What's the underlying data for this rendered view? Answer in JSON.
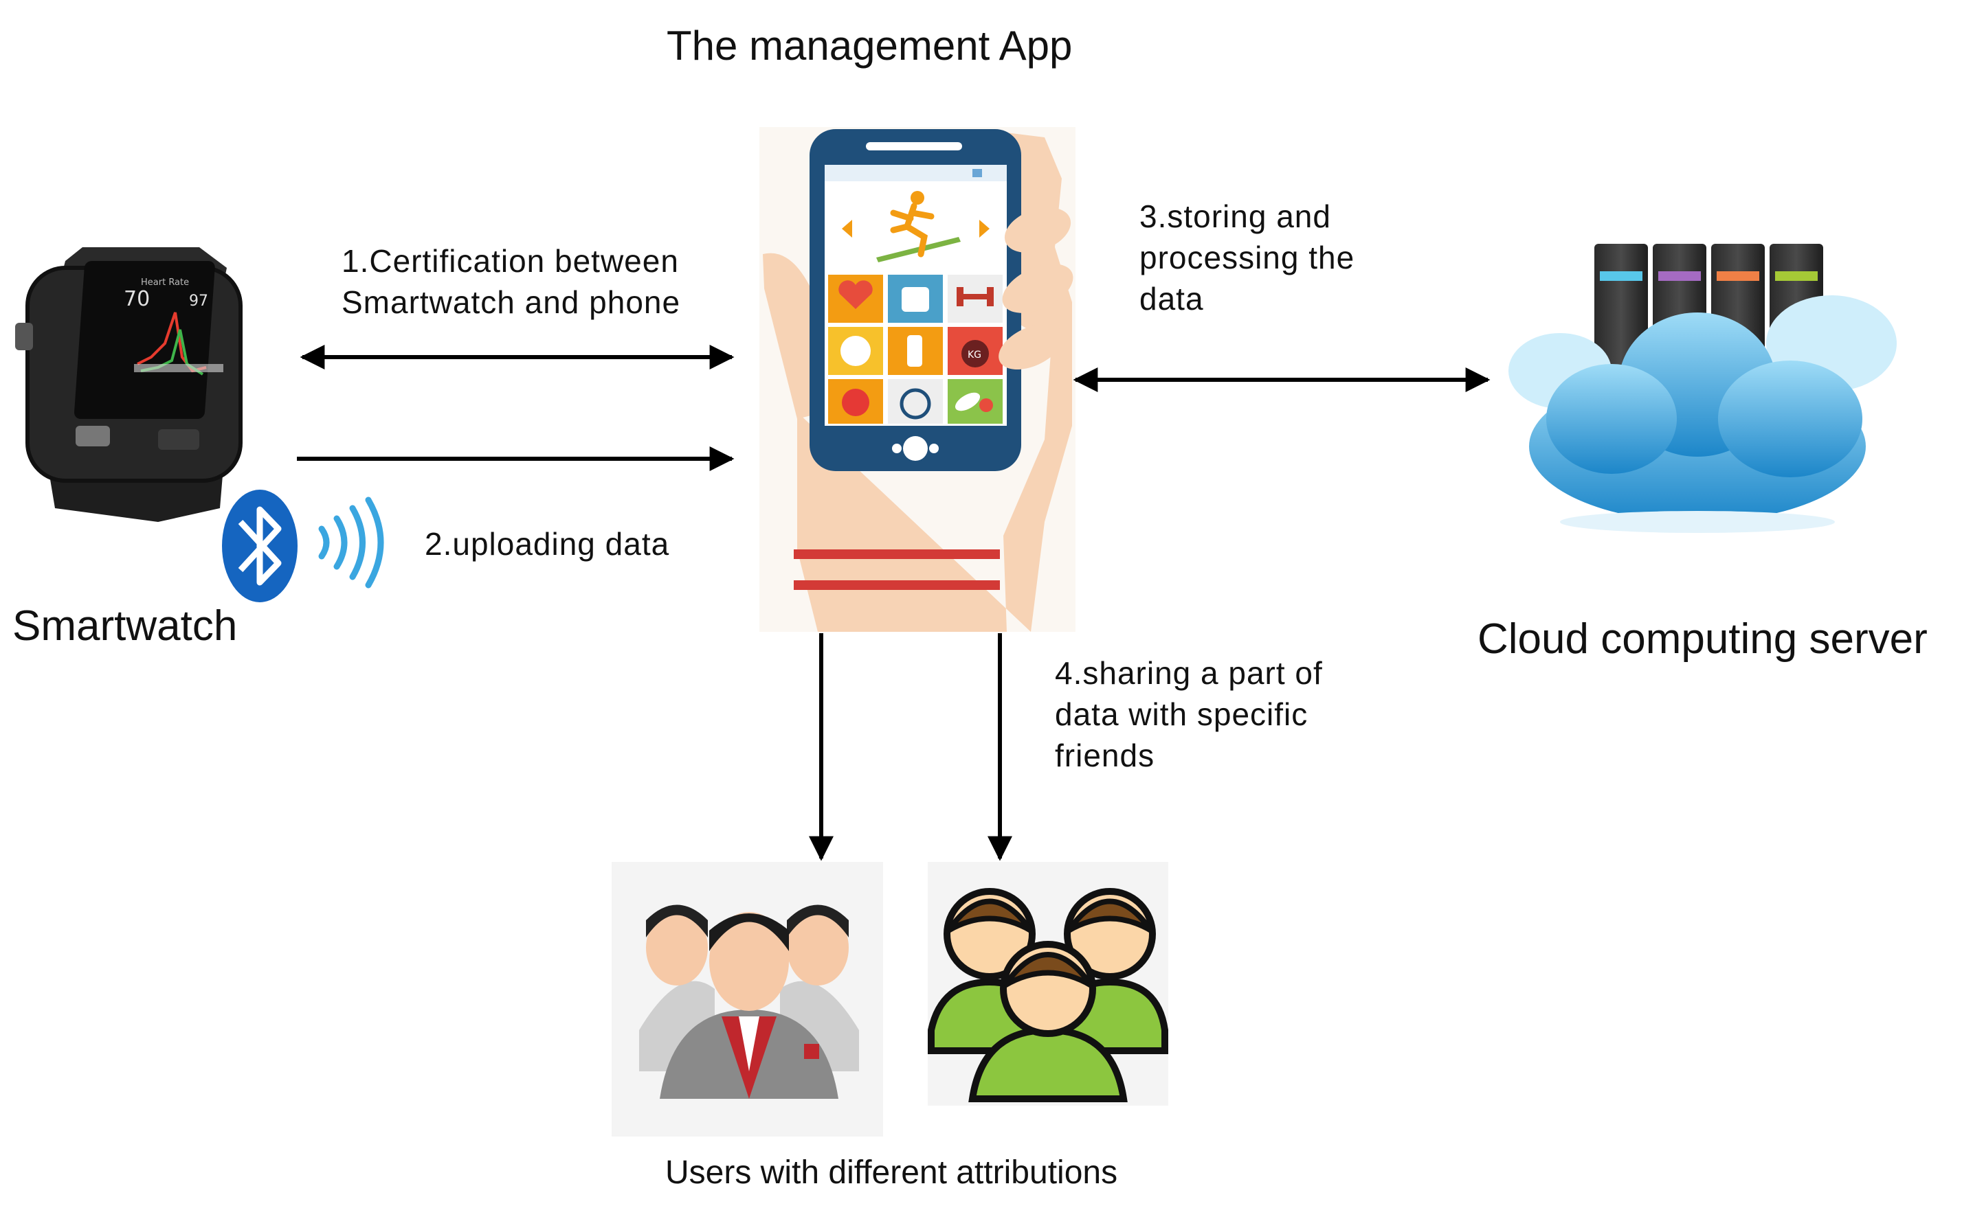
{
  "labels": {
    "app_title": "The management App",
    "smartwatch": "Smartwatch",
    "cloud": "Cloud computing server",
    "users": "Users with different attributions"
  },
  "steps": {
    "certification": [
      "1.Certification between",
      "Smartwatch and phone"
    ],
    "uploading": [
      "2.uploading  data"
    ],
    "storing": [
      "3.storing and",
      "processing the",
      "data"
    ],
    "sharing": [
      "4.sharing a part of",
      "data with specific",
      "friends"
    ]
  },
  "watch_screen": {
    "title": "Heart Rate",
    "left_value": "70",
    "right_value": "97"
  },
  "phone_icons": [
    "heart-icon",
    "scale-icon",
    "dumbbell-icon",
    "plate-icon",
    "bottle-icon",
    "kettlebell-icon",
    "apple-icon",
    "stopwatch-icon",
    "pills-icon"
  ],
  "phone_kettlebell_text": "KG",
  "colors": {
    "arrow": "#000000",
    "phone_body": "#1f4f7a",
    "bluetooth": "#1565c0",
    "cloud": "#3aa6e0",
    "friends_green": "#8cc63f",
    "users_red": "#c0272d"
  }
}
